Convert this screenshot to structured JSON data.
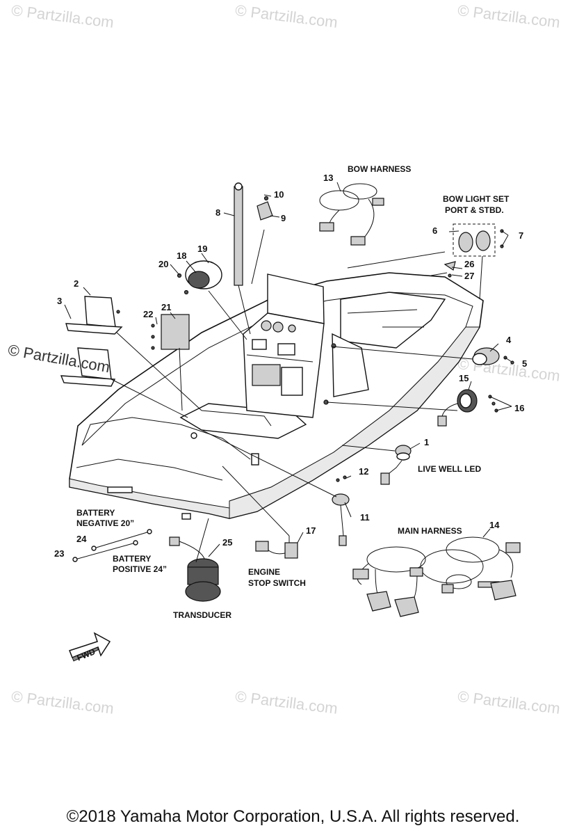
{
  "watermarks": {
    "small": "© Partzilla.com",
    "large": "© Partzilla.com"
  },
  "labels": {
    "bow_harness": "BOW HARNESS",
    "bow_light_set_1": "BOW LIGHT SET",
    "bow_light_set_2": "PORT & STBD.",
    "live_well_led": "LIVE WELL LED",
    "main_harness": "MAIN HARNESS",
    "battery_negative_1": "BATTERY",
    "battery_negative_2": "NEGATIVE 20”",
    "battery_positive_1": "BATTERY",
    "battery_positive_2": "POSITIVE 24”",
    "engine_stop_1": "ENGINE",
    "engine_stop_2": "STOP SWITCH",
    "transducer": "TRANSDUCER",
    "fwd": "FWD"
  },
  "callouts": [
    "1",
    "2",
    "3",
    "4",
    "5",
    "6",
    "7",
    "8",
    "9",
    "10",
    "11",
    "12",
    "13",
    "14",
    "15",
    "16",
    "17",
    "18",
    "19",
    "20",
    "21",
    "22",
    "23",
    "24",
    "25",
    "26",
    "27"
  ],
  "copyright": "©2018 Yamaha Motor Corporation, U.S.A. All rights reserved."
}
